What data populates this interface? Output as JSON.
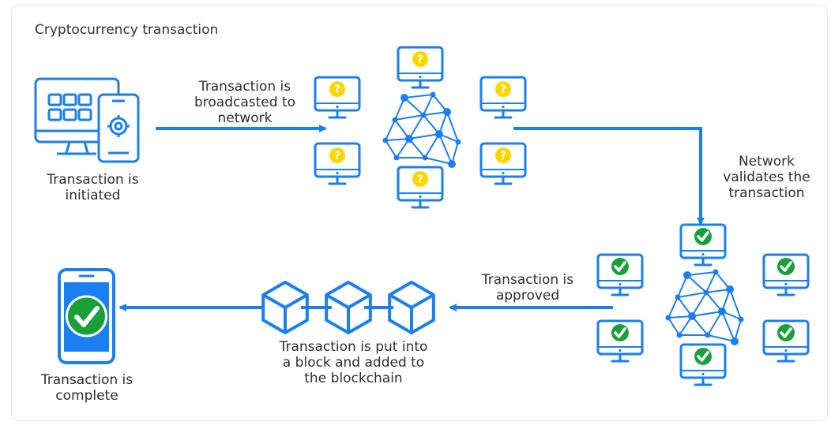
{
  "title": "Cryptocurrency transaction",
  "colors": {
    "primary": "#1a7ff0",
    "pending": "#ffd500",
    "approved": "#1aa039",
    "text": "#2d2d2d"
  },
  "steps": [
    {
      "id": "initiated",
      "icon": "computer-and-tablet-icon",
      "lines": [
        "Transaction is",
        "initiated"
      ]
    },
    {
      "id": "broadcast",
      "icon": "arrow-right-icon",
      "lines": [
        "Transaction is",
        "broadcasted to",
        "network"
      ]
    },
    {
      "id": "network-pending",
      "icon": "pending-network-icon",
      "node_mark": "?"
    },
    {
      "id": "validate",
      "icon": "arrow-down-icon",
      "lines": [
        "Network",
        "validates the",
        "transaction"
      ]
    },
    {
      "id": "network-approved",
      "icon": "approved-network-icon",
      "node_mark": "check"
    },
    {
      "id": "approved",
      "icon": "arrow-left-icon",
      "lines": [
        "Transaction is",
        "approved"
      ]
    },
    {
      "id": "block",
      "icon": "blockchain-icon",
      "lines": [
        "Transaction is put into",
        "a block and added to",
        "the blockchain"
      ]
    },
    {
      "id": "complete",
      "icon": "phone-check-icon",
      "lines": [
        "Transaction is",
        "complete"
      ]
    }
  ]
}
